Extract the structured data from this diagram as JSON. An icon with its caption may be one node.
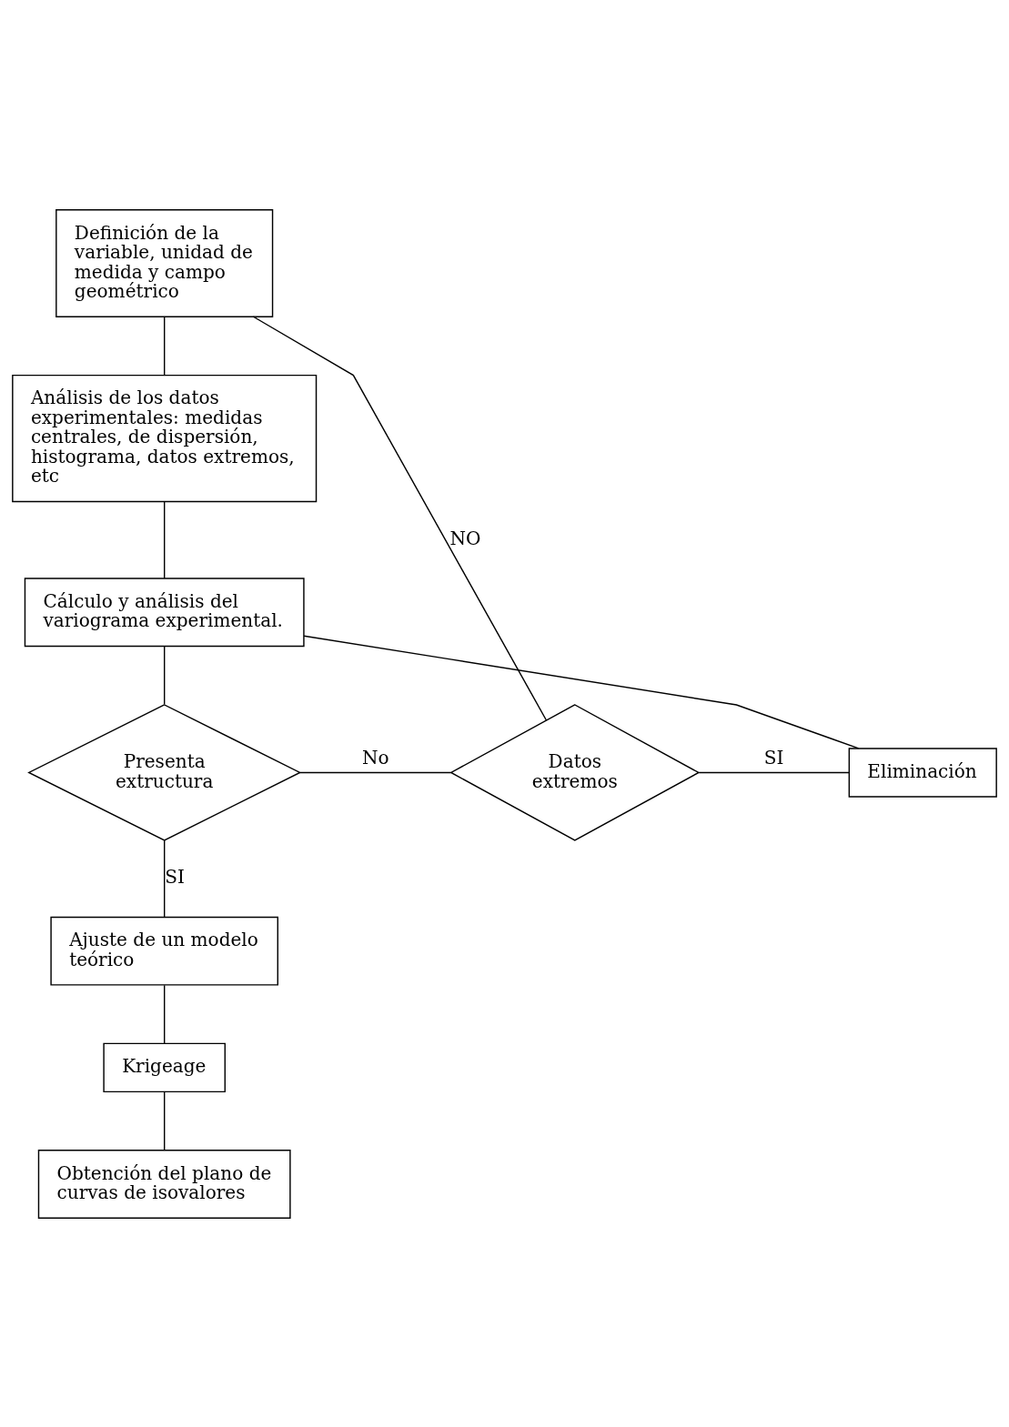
{
  "diagram": {
    "nodes": [
      {
        "text": [
          "Definición de la variable, unidad de medida y campo geométrico"
        ]
      },
      {
        "text": [
          "Análisis de los datos experimentales: medidas centrales, de dispersión, histograma, datos extremos, etc"
        ]
      },
      {
        "text": [
          "Cálculo y análisis del variograma experimental."
        ]
      },
      {
        "text": [
          "Presenta extructura"
        ]
      },
      {
        "text": [
          "Datos extremos"
        ]
      },
      {
        "text": [
          "Eliminación"
        ]
      },
      {
        "text": [
          "Ajuste de un modelo teórico"
        ]
      },
      {
        "text": [
          "Krigeage"
        ]
      },
      {
        "text": [
          "Obtención del plano de curvas de isovalores"
        ]
      }
    ],
    "edges": [
      {
        "from": 0,
        "to": 1,
        "arrow": "none"
      },
      {
        "from": 1,
        "to": 2,
        "arrow": "none"
      },
      {
        "from": 2,
        "to": 3,
        "arrow": "none"
      },
      {
        "from": 3,
        "to": 4,
        "arrow": "none",
        "label": "No"
      },
      {
        "from": 3,
        "to": 6,
        "arrow": "none",
        "label": "SI"
      },
      {
        "from": 5,
        "to": 2,
        "arrow": "none"
      },
      {
        "from": 4,
        "to": 0,
        "arrow": "none",
        "label": "NO"
      },
      {
        "from": 4,
        "to": 5,
        "arrow": "none",
        "label": "SI"
      },
      {
        "from": 6,
        "to": 7,
        "arrow": "none"
      },
      {
        "from": 7,
        "to": 8,
        "arrow": "none"
      }
    ]
  }
}
